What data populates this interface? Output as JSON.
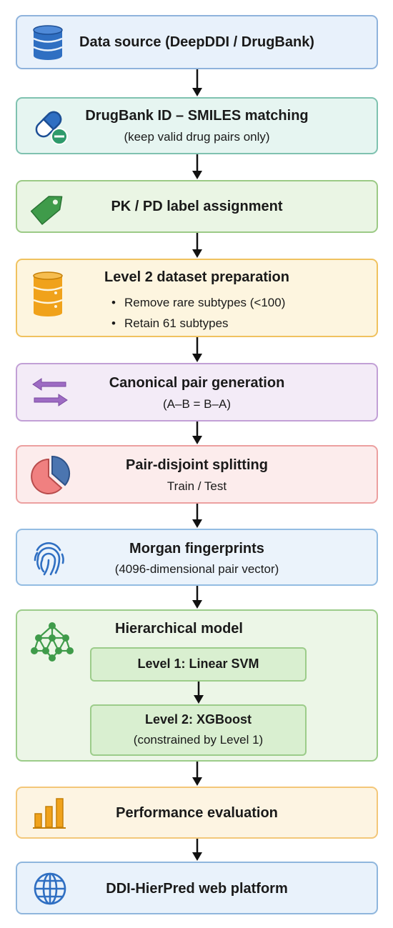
{
  "steps": [
    {
      "title": "Data source (DeepDDI / DrugBank)",
      "icon": "database-icon",
      "color": "#2f6fc2"
    },
    {
      "title": "DrugBank ID – SMILES matching",
      "subtitle": "(keep valid drug pairs only)",
      "icon": "capsule-icon",
      "color": "#2f6fc2"
    },
    {
      "title": "PK / PD label assignment",
      "icon": "tag-icon",
      "color": "#3f9b4a"
    },
    {
      "title": "Level 2 dataset preparation",
      "bullets": [
        "Remove rare subtypes (<100)",
        "Retain 61 subtypes"
      ],
      "icon": "dataset-icon",
      "color": "#f0a21b"
    },
    {
      "title": "Canonical pair generation",
      "subtitle": "(A–B = B–A)",
      "icon": "swap-arrows-icon",
      "color": "#9d6bc3"
    },
    {
      "title": "Pair-disjoint splitting",
      "subtitle": "Train / Test",
      "icon": "pie-chart-icon",
      "color": "#e96a6a"
    },
    {
      "title": "Morgan fingerprints",
      "subtitle": "(4096-dimensional pair vector)",
      "icon": "fingerprint-icon",
      "color": "#2f6fc2"
    },
    {
      "title": "Hierarchical model",
      "icon": "network-icon",
      "color": "#3f9b4a",
      "levels": [
        {
          "title": "Level 1: Linear SVM"
        },
        {
          "title": "Level 2: XGBoost",
          "subtitle": "(constrained by Level 1)"
        }
      ]
    },
    {
      "title": "Performance evaluation",
      "icon": "bar-chart-icon",
      "color": "#f0a21b"
    },
    {
      "title": "DDI-HierPred web platform",
      "icon": "globe-icon",
      "color": "#2f6fc2"
    }
  ]
}
